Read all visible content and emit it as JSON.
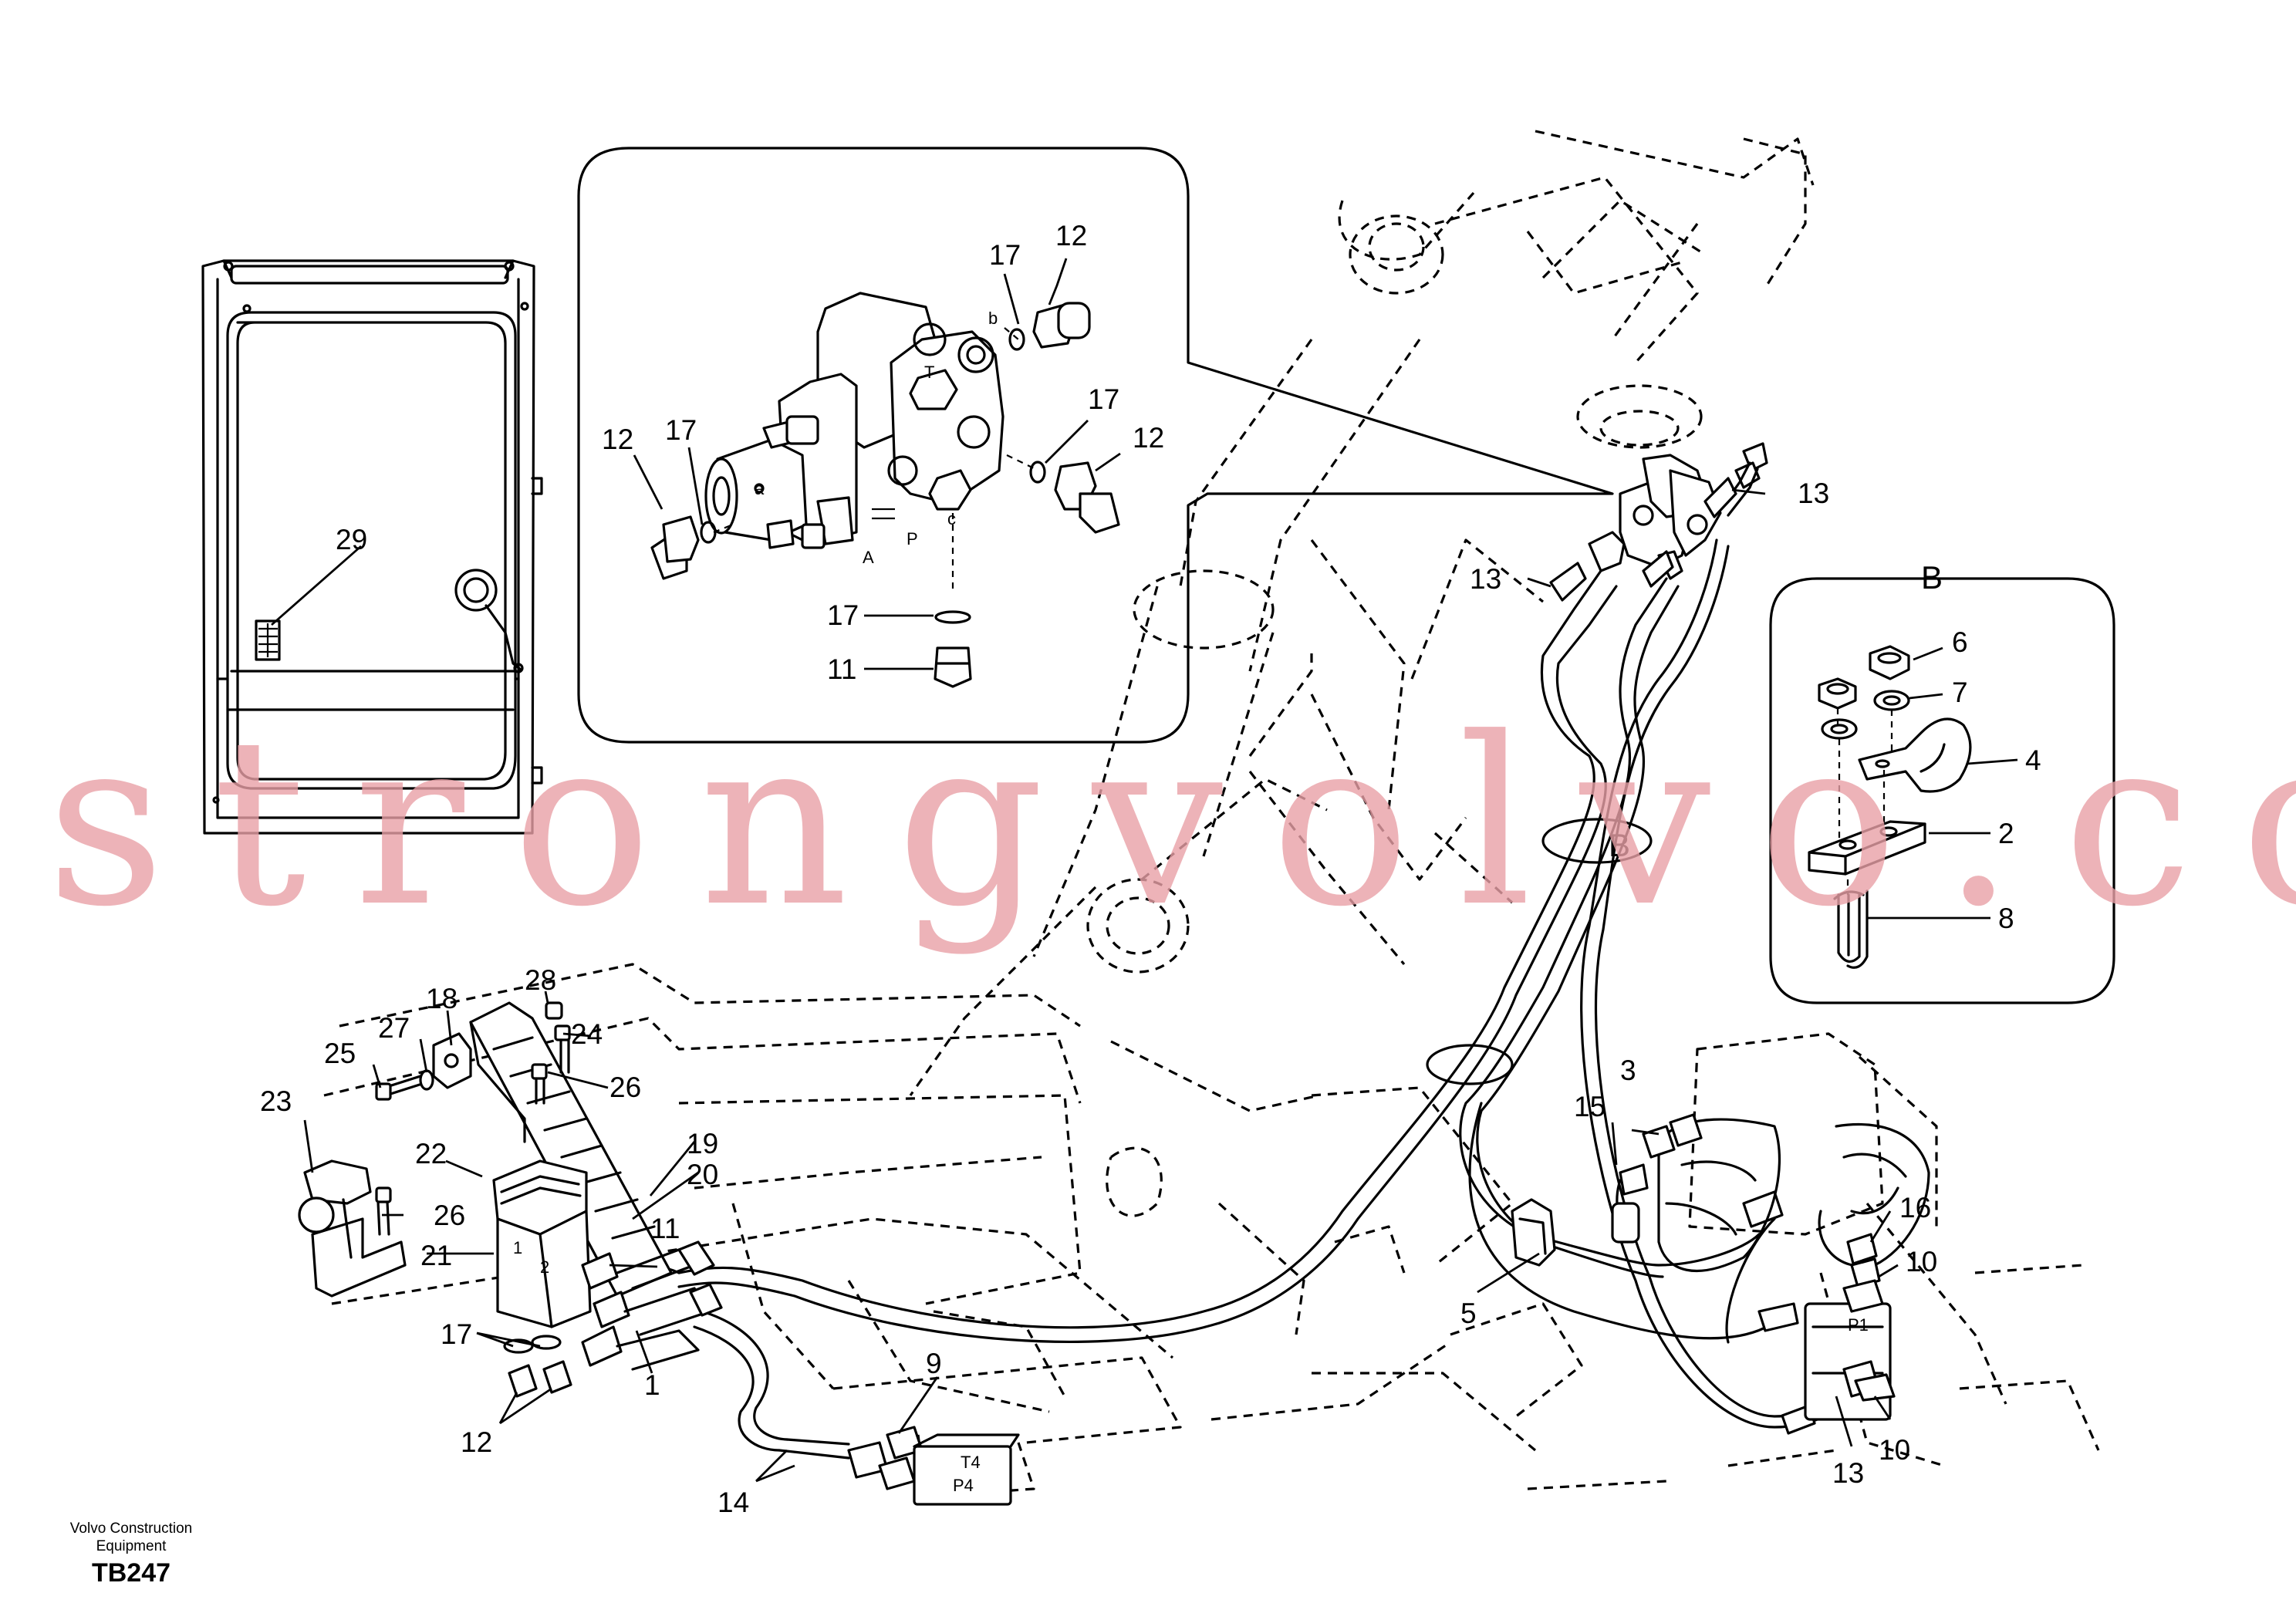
{
  "diagram": {
    "callouts": {
      "c1": "1",
      "c2": "2",
      "c3": "3",
      "c4": "4",
      "c5": "5",
      "c6": "6",
      "c7": "7",
      "c8": "8",
      "c9": "9",
      "c10a": "10",
      "c10b": "10",
      "c11a": "11",
      "c11b": "11",
      "c12a": "12",
      "c12b": "12",
      "c12c": "12",
      "c12d": "12",
      "c13a": "13",
      "c13b": "13",
      "c13c": "13",
      "c14": "14",
      "c15": "15",
      "c16": "16",
      "c17a": "17",
      "c17b": "17",
      "c17c": "17",
      "c17d": "17",
      "c17e": "17",
      "c18": "18",
      "c19": "19",
      "c20": "20",
      "c21": "21",
      "c22": "22",
      "c23": "23",
      "c24": "24",
      "c25": "25",
      "c26a": "26",
      "c26b": "26",
      "c27": "27",
      "c28": "28",
      "c29": "29"
    },
    "detail_marker": "B",
    "detail_view_title": "B",
    "port_labels": {
      "b": "b",
      "a": "a",
      "c": "c",
      "T": "T",
      "P": "P",
      "A": "A",
      "T4": "T4",
      "P4": "P4",
      "pedal_1": "1",
      "pedal_2": "2",
      "p1": "P1"
    },
    "watermark": "strongvolvo.com",
    "footer": {
      "company_line1": "Volvo Construction",
      "company_line2": "Equipment",
      "figure_code": "TB247"
    }
  }
}
